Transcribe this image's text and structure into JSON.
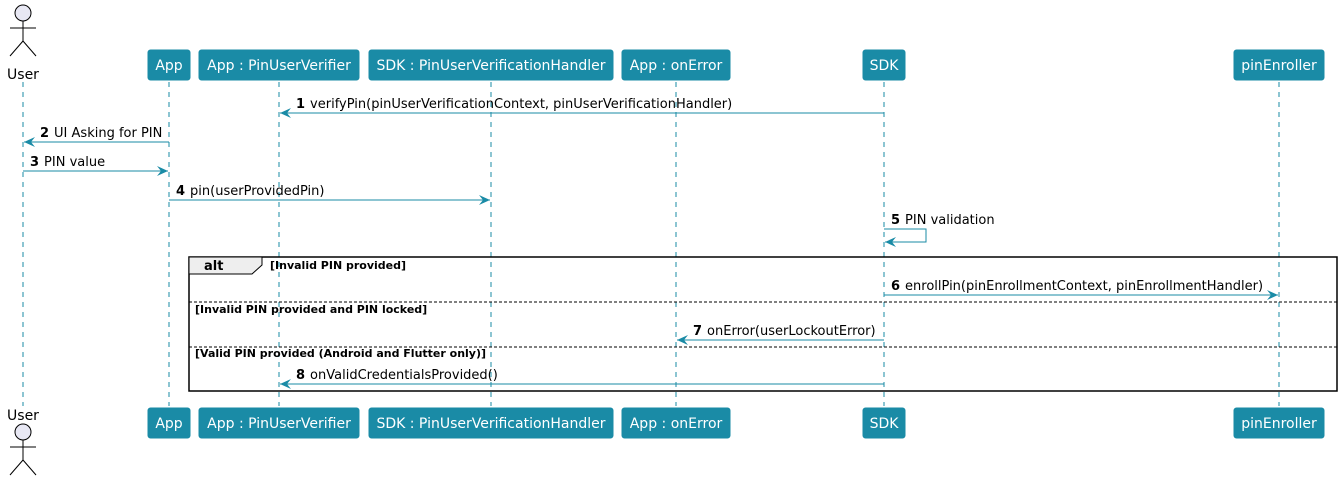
{
  "participants": [
    {
      "id": "user",
      "label": "User",
      "kind": "actor"
    },
    {
      "id": "app",
      "label": "App",
      "kind": "box"
    },
    {
      "id": "puv",
      "label": "App : PinUserVerifier",
      "kind": "box"
    },
    {
      "id": "puvh",
      "label": "SDK : PinUserVerificationHandler",
      "kind": "box"
    },
    {
      "id": "onerror",
      "label": "App : onError",
      "kind": "box"
    },
    {
      "id": "sdk",
      "label": "SDK",
      "kind": "box"
    },
    {
      "id": "enroller",
      "label": "pinEnroller",
      "kind": "box"
    }
  ],
  "messages": [
    {
      "num": "1",
      "text": "verifyPin(pinUserVerificationContext, pinUserVerificationHandler)",
      "from": "sdk",
      "to": "puv"
    },
    {
      "num": "2",
      "text": "UI Asking for PIN",
      "from": "app",
      "to": "user"
    },
    {
      "num": "3",
      "text": "PIN value",
      "from": "user",
      "to": "app"
    },
    {
      "num": "4",
      "text": "pin(userProvidedPin)",
      "from": "app",
      "to": "puvh"
    },
    {
      "num": "5",
      "text": "PIN validation",
      "from": "sdk",
      "to": "sdk"
    },
    {
      "num": "6",
      "text": "enrollPin(pinEnrollmentContext, pinEnrollmentHandler)",
      "from": "sdk",
      "to": "enroller"
    },
    {
      "num": "7",
      "text": "onError(userLockoutError)",
      "from": "sdk",
      "to": "onerror"
    },
    {
      "num": "8",
      "text": "onValidCredentialsProvided()",
      "from": "sdk",
      "to": "puv"
    }
  ],
  "fragment": {
    "type": "alt",
    "guards": [
      "[Invalid PIN provided]",
      "[Invalid PIN provided and PIN locked]",
      "[Valid PIN provided (Android and Flutter only)]"
    ]
  },
  "colors": {
    "participant_fill": "#1a8ba6",
    "arrow": "#1a8ba6",
    "lifeline": "#1a8ba6",
    "actor_fill": "#e8e8f4"
  }
}
